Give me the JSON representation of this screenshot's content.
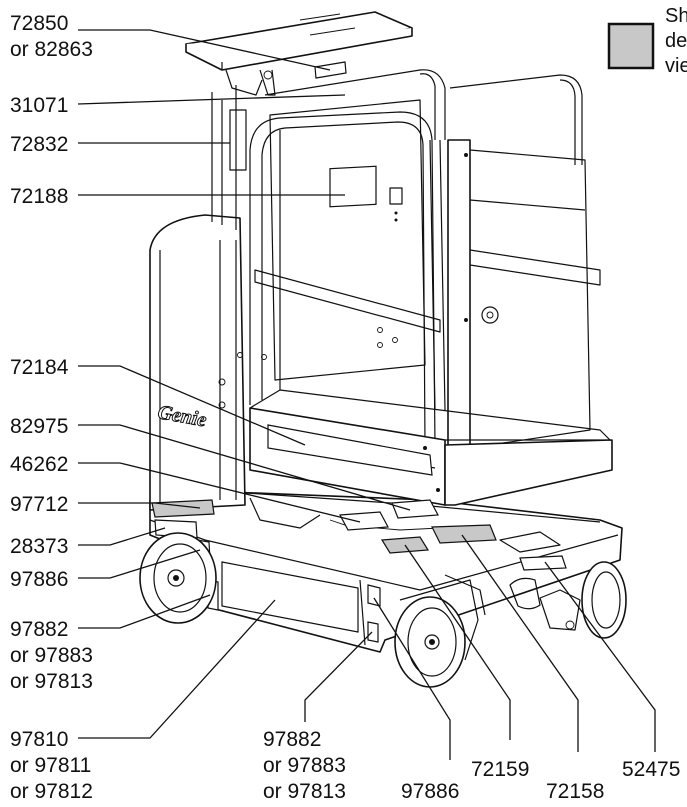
{
  "legend": {
    "swatch_color": "#c8c8c8",
    "lines": [
      "Sh",
      "de",
      "vie"
    ]
  },
  "labels": {
    "l72850": [
      "72850",
      "or 82863"
    ],
    "l31071": [
      "31071"
    ],
    "l72832": [
      "72832"
    ],
    "l72188": [
      "72188"
    ],
    "l72184": [
      "72184"
    ],
    "l82975": [
      "82975"
    ],
    "l46262": [
      "46262"
    ],
    "l97712": [
      "97712"
    ],
    "l28373": [
      "28373"
    ],
    "l97886a": [
      "97886"
    ],
    "l97882a": [
      "97882",
      "or 97883",
      "or 97813"
    ],
    "l97810": [
      "97810",
      "or 97811",
      "or 97812"
    ],
    "l97882b": [
      "97882",
      "or 97883",
      "or 97813"
    ],
    "l97886b": [
      "97886"
    ],
    "l72159": [
      "72159"
    ],
    "l72158": [
      "72158"
    ],
    "l52475": [
      "52475"
    ]
  },
  "brand_mark": "Genie"
}
